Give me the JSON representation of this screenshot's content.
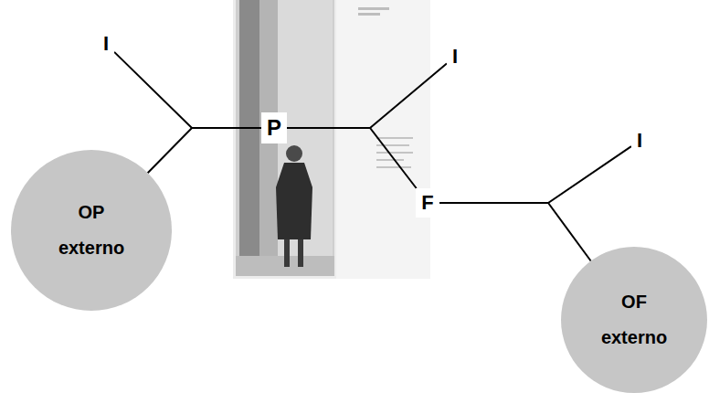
{
  "diagram": {
    "nodes": [
      {
        "text": [
          "I"
        ]
      },
      {
        "text": [
          "OP externo"
        ]
      },
      {
        "text": [
          "P"
        ]
      },
      {
        "text": [
          "I"
        ]
      },
      {
        "text": [
          "F"
        ]
      },
      {
        "text": [
          "I"
        ]
      },
      {
        "text": [
          "OF externo"
        ]
      }
    ],
    "edges": [
      {
        "from": 0,
        "to": 2,
        "arrow": "none"
      },
      {
        "from": 1,
        "to": 2,
        "arrow": "none"
      },
      {
        "from": 2,
        "to": 3,
        "arrow": "none"
      },
      {
        "from": 2,
        "to": 4,
        "arrow": "none"
      },
      {
        "from": 4,
        "to": 5,
        "arrow": "none"
      },
      {
        "from": 4,
        "to": 6,
        "arrow": "none"
      }
    ]
  }
}
